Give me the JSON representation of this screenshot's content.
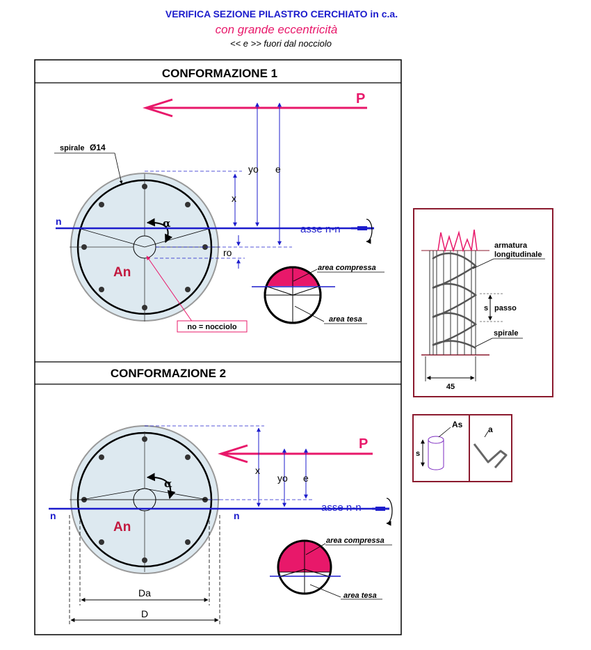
{
  "header": {
    "title": "VERIFICA SEZIONE PILASTRO CERCHIATO in c.a.",
    "subtitle": "con grande eccentricità",
    "note": "<< e >> fuori dal nocciolo"
  },
  "conf1": {
    "title": "CONFORMAZIONE 1",
    "load": "P",
    "spiral_label": "spirale",
    "spiral_dia": "Ø14",
    "n": "n",
    "axis": "asse n-n",
    "alpha": "α",
    "x": "x",
    "yo": "yo",
    "e": "e",
    "ro": "ro",
    "area_name": "An",
    "core_note": "no = nocciolo",
    "compressed": "area compressa",
    "tension": "area tesa"
  },
  "conf2": {
    "title": "CONFORMAZIONE 2",
    "load": "P",
    "n_left": "n",
    "n_right": "n",
    "axis": "asse n-n",
    "alpha": "α",
    "x": "x",
    "yo": "yo",
    "e": "e",
    "area_name": "An",
    "da": "Da",
    "d": "D",
    "compressed": "area compressa",
    "tension": "area tesa"
  },
  "detail_spiral": {
    "longitudinal": "armatura",
    "longitudinal2": "longitudinale",
    "s": "s",
    "pitch": "passo",
    "spiral": "spirale",
    "dim": "45"
  },
  "detail_bar": {
    "as": "As",
    "s": "s",
    "a": "a"
  },
  "colors": {
    "blue": "#1c1ccc",
    "magenta": "#e8186a",
    "frame": "#8b1a2e",
    "fill": "#dde9f0"
  }
}
